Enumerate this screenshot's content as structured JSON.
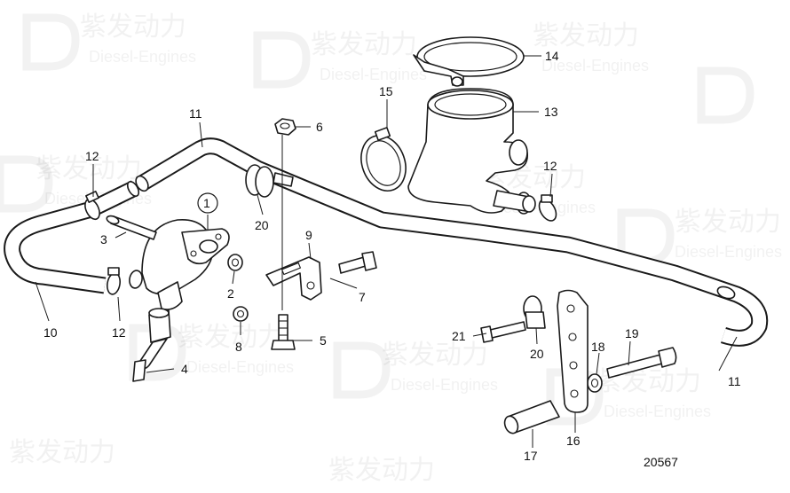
{
  "watermark": {
    "brand_cn": "紫发动力",
    "brand_en": "Diesel-Engines"
  },
  "callouts": {
    "c1": "1",
    "c2": "2",
    "c3": "3",
    "c4": "4",
    "c5": "5",
    "c6": "6",
    "c7": "7",
    "c8": "8",
    "c9": "9",
    "c10": "10",
    "c11a": "11",
    "c11b": "11",
    "c12a": "12",
    "c12b": "12",
    "c12c": "12",
    "c13": "13",
    "c14": "14",
    "c15": "15",
    "c16": "16",
    "c17": "17",
    "c18": "18",
    "c19": "19",
    "c20a": "20",
    "c20b": "20",
    "c21": "21"
  },
  "figure_number": "20567"
}
